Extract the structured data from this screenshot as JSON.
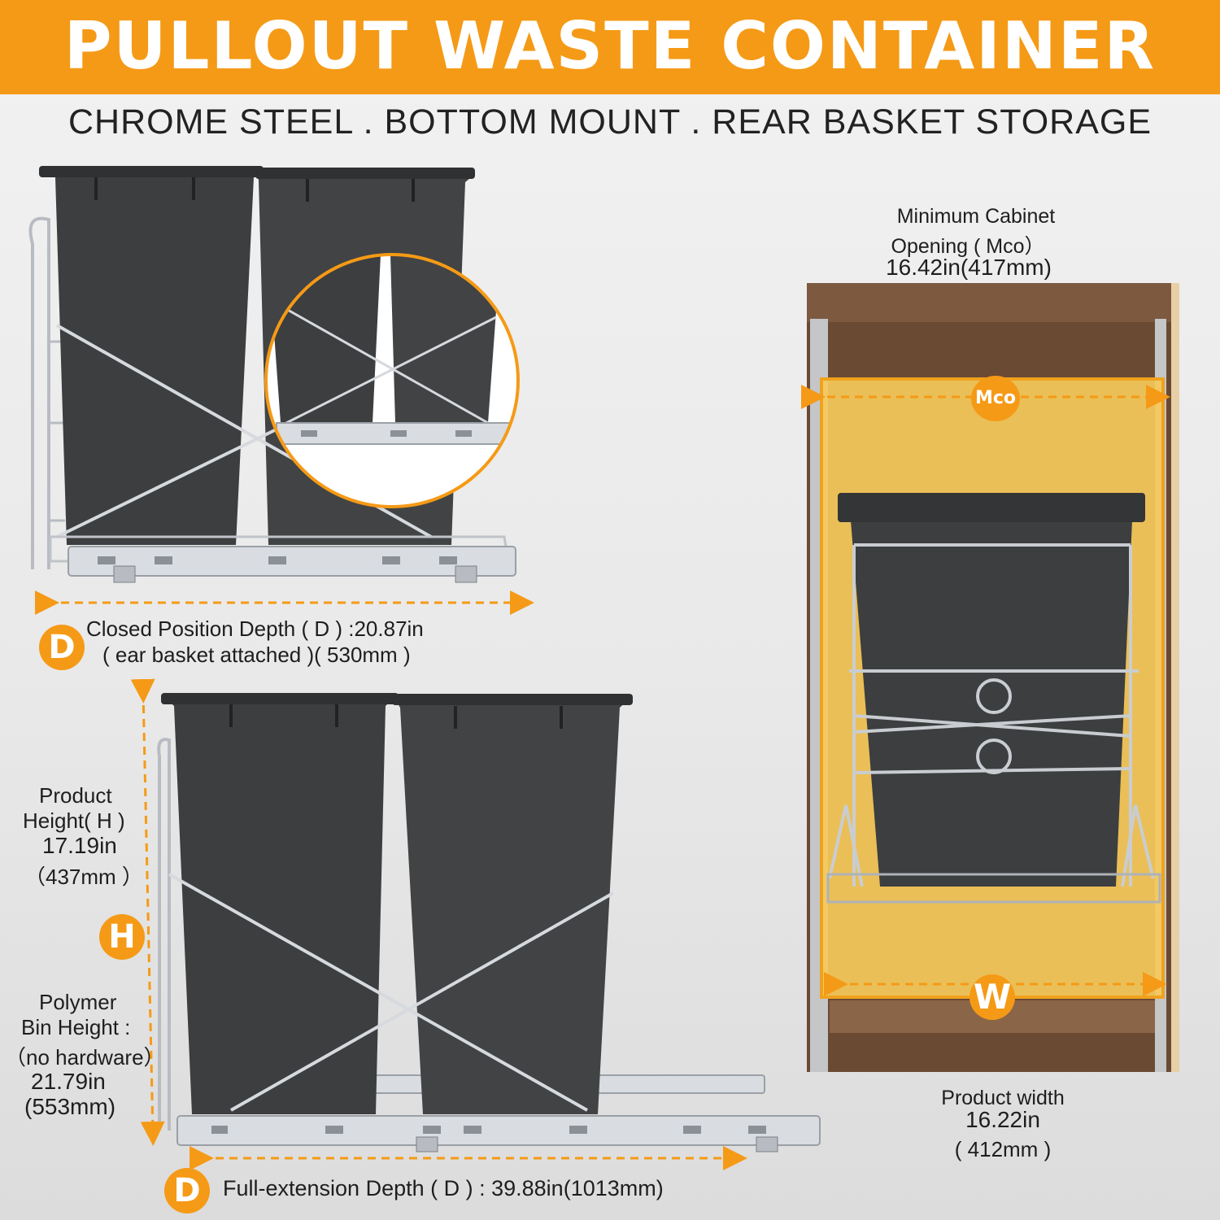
{
  "header": {
    "title": "PULLOUT WASTE CONTAINER",
    "subtitle": "CHROME STEEL . BOTTOM MOUNT . REAR BASKET STORAGE"
  },
  "closed_depth": {
    "badge": "D",
    "line1": "Closed Position Depth ( D ) :20.87in",
    "line2": "( ear basket attached )( 530mm )"
  },
  "product_height": {
    "badge": "H",
    "line1": "Product",
    "line2": "Height( H )",
    "line3": "17.19in",
    "line4": "（437mm ）"
  },
  "bin_height": {
    "line1": "Polymer",
    "line2": "Bin Height :",
    "line3": "（no hardware）",
    "line4": "21.79in",
    "line5": "(553mm)"
  },
  "full_depth": {
    "badge": "D",
    "text": "Full-extension Depth ( D ) :  39.88in(1013mm)"
  },
  "cabinet_opening": {
    "line1": "Minimum Cabinet",
    "line2": "Opening ( Mco）",
    "line3": "16.42in(417mm)",
    "badge": "Mco"
  },
  "product_width": {
    "badge": "W",
    "line1": "Product width",
    "line2": "16.22in",
    "line3": "( 412mm )"
  },
  "colors": {
    "accent": "#f59a16",
    "bin": "#3c3e40",
    "chrome": "#c9cdd2",
    "wood": "#6b4a34"
  }
}
